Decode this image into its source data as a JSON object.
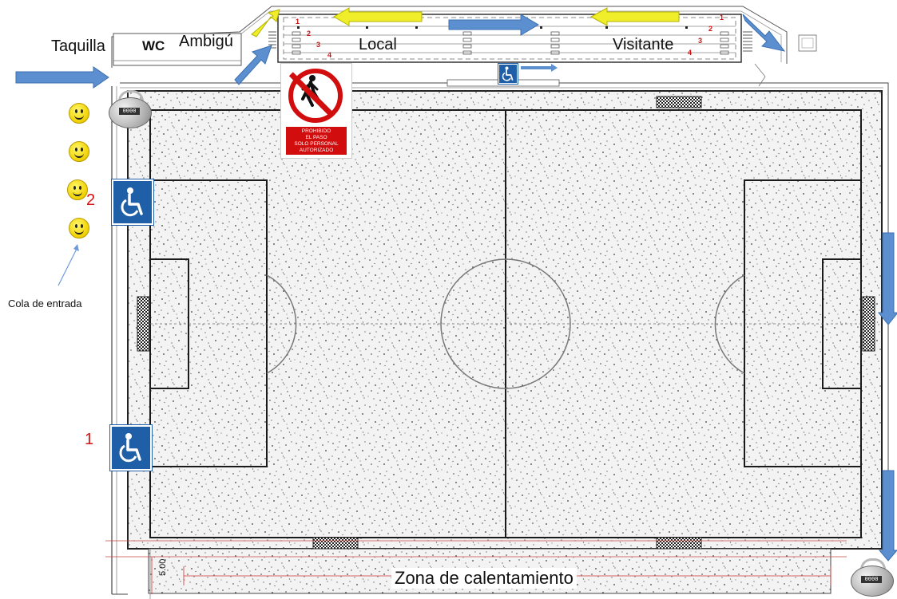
{
  "labels": {
    "taquilla": "Taquilla",
    "wc": "WC",
    "ambigu": "Ambigú",
    "local": "Local",
    "visitante": "Visitante",
    "cola": "Cola de entrada",
    "zona": "Zona de calentamiento",
    "dimension": "5.00"
  },
  "accessible_spots": [
    {
      "number": "2"
    },
    {
      "number": "1"
    }
  ],
  "row_numbers_left": [
    "1",
    "2",
    "3",
    "4"
  ],
  "row_numbers_right": [
    "1",
    "2",
    "3",
    "4"
  ],
  "sign": {
    "line1": "PROHIBIDO",
    "line2": "EL PASO",
    "line3": "SOLO PERSONAL",
    "line4": "AUTORIZADO"
  },
  "counter_digits": "0000",
  "colors": {
    "arrow_blue": "#5b8fd0",
    "arrow_yellow": "#f0ee2a",
    "accessible_blue": "#1f5fa8",
    "prohibition_red": "#d10d0d",
    "number_red": "#dd1111"
  }
}
